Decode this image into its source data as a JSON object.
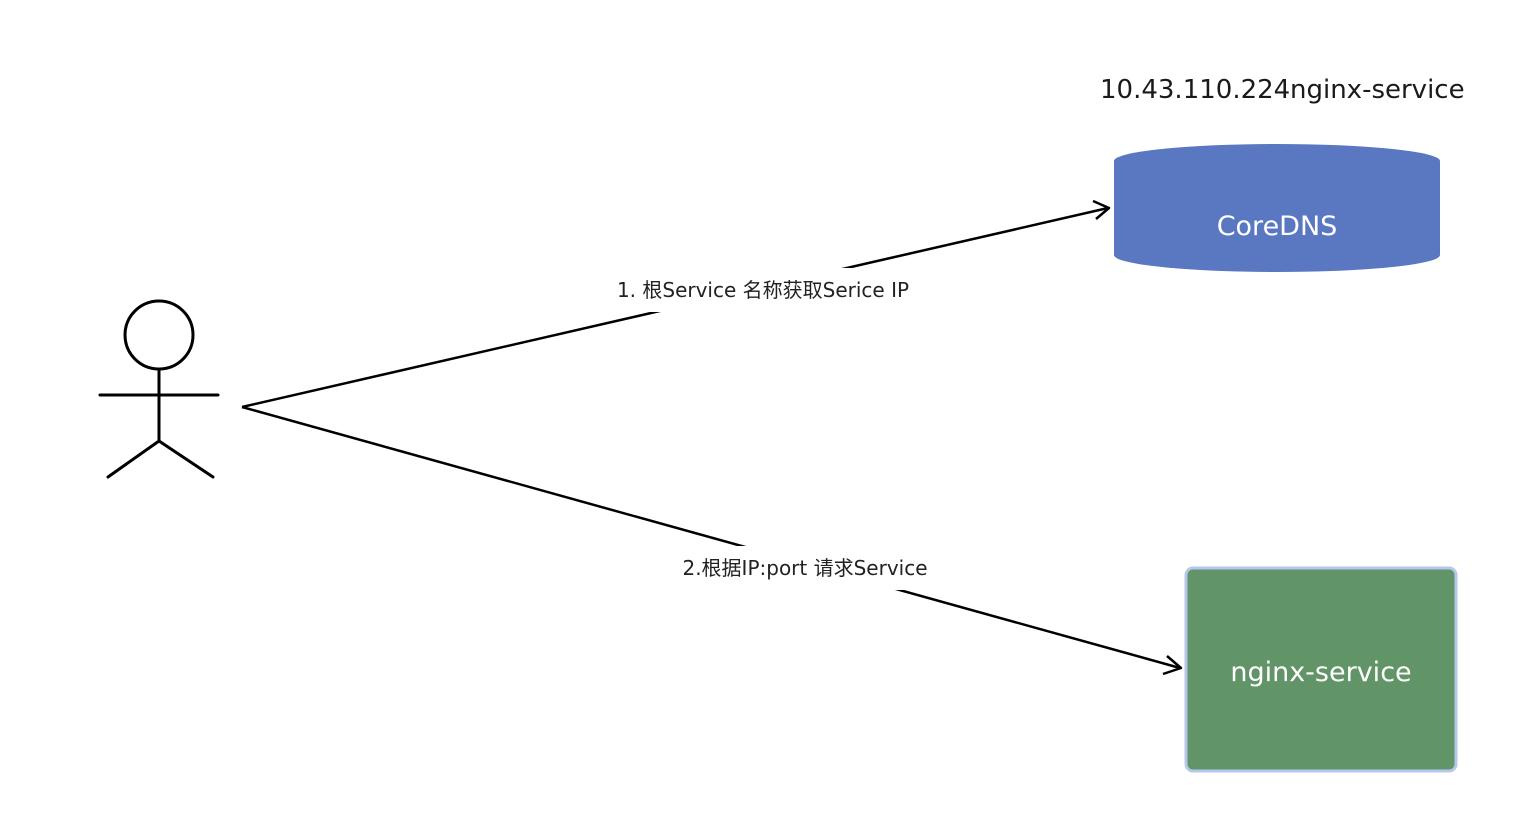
{
  "annotation": {
    "ip": "10.43.110.224",
    "service_name": "nginx-service"
  },
  "nodes": {
    "coredns": {
      "label": "CoreDNS",
      "fill": "#5a77c1"
    },
    "nginx_service": {
      "label": "nginx-service",
      "fill": "#619466",
      "stroke": "#b4c8ee"
    }
  },
  "edges": {
    "step1": {
      "label": "1. 根Service 名称获取Serice IP"
    },
    "step2": {
      "label": "2.根据IP:port 请求Service"
    }
  },
  "actor": {
    "icon": "stick-figure-icon"
  }
}
